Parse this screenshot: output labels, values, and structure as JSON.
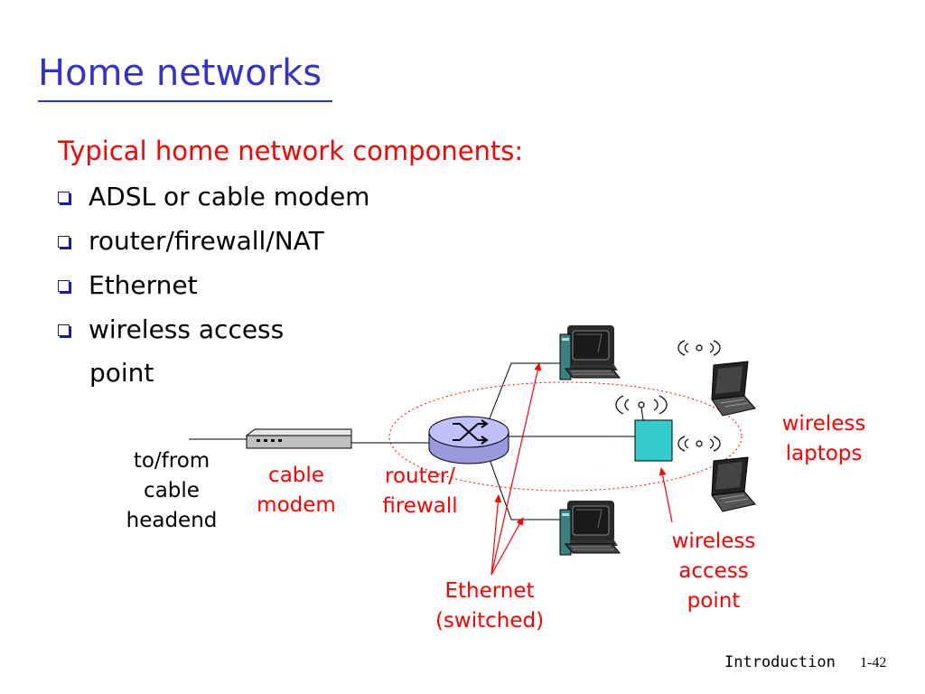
{
  "title": "Home networks",
  "subtitle": "Typical home network components:",
  "bullets": [
    "ADSL or cable modem",
    "router/firewall/NAT",
    "Ethernet",
    "wireless access"
  ],
  "bullet_continuation": "point",
  "diagram": {
    "headend_label": [
      "to/from",
      "cable",
      "headend"
    ],
    "modem_label": [
      "cable",
      "modem"
    ],
    "router_label": [
      "router/",
      "firewall"
    ],
    "ethernet_label": [
      "Ethernet",
      "(switched)"
    ],
    "ap_label": [
      "wireless",
      "access",
      "point"
    ],
    "laptops_label": [
      "wireless",
      "laptops"
    ]
  },
  "footer": {
    "section": "Introduction",
    "page": "1-42"
  },
  "colors": {
    "title": "#3333cc",
    "accent": "#ff0000",
    "ap_fill": "#33cccc",
    "router_fill": "#c0c0ff"
  }
}
